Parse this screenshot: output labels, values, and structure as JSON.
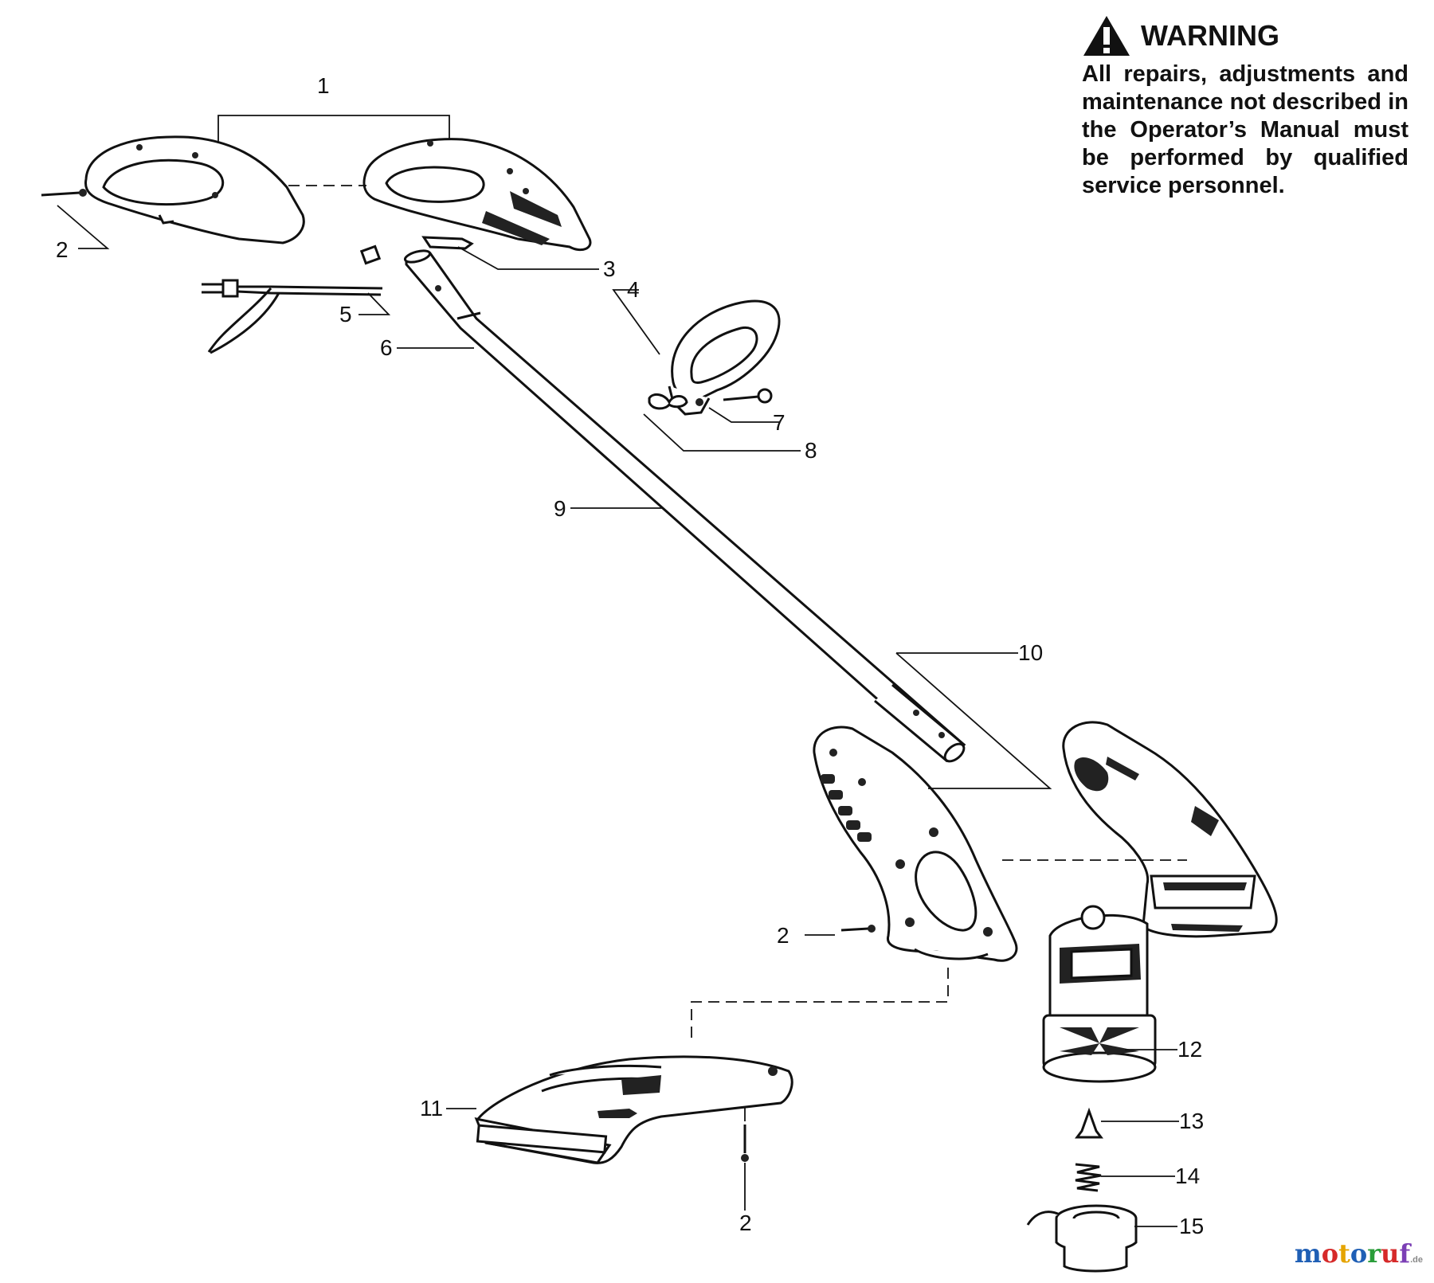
{
  "warning": {
    "title": "WARNING",
    "text": "All repairs, adjustments and maintenance not described in the Operator’s Manual must be performed by qualified service personnel."
  },
  "callouts": {
    "c1": "1",
    "c2a": "2",
    "c2b": "2",
    "c2c": "2",
    "c3": "3",
    "c4": "4",
    "c5": "5",
    "c6": "6",
    "c7": "7",
    "c8": "8",
    "c9": "9",
    "c10": "10",
    "c11": "11",
    "c12": "12",
    "c13": "13",
    "c14": "14",
    "c15": "15"
  },
  "brand": {
    "name": "motoruf",
    "suffix": ".de",
    "colors": [
      "#1f5fb5",
      "#d62a2a",
      "#e5a400",
      "#1f5fb5",
      "#2a9d3a",
      "#d62a2a",
      "#7b3fb5"
    ]
  }
}
